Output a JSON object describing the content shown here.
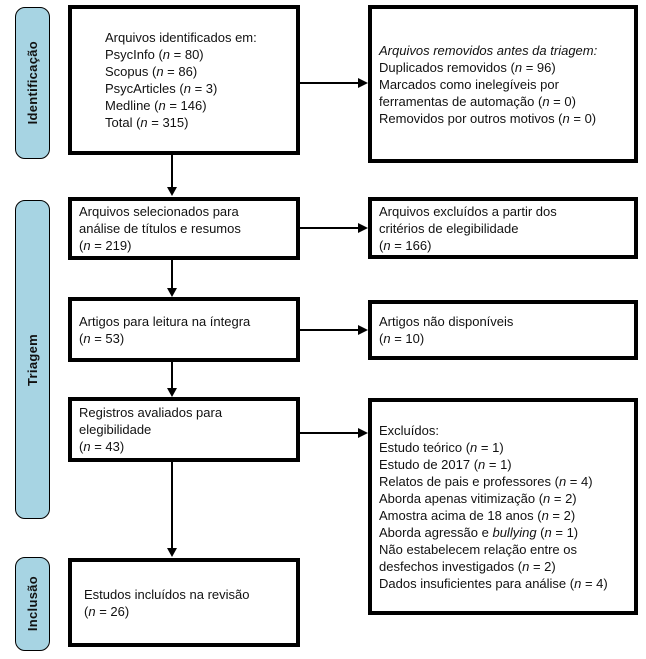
{
  "colors": {
    "stage_fill": "#A7D4E3",
    "box_border": "#000000",
    "background": "#FFFFFF"
  },
  "stages": {
    "identification": "Identificação",
    "screening": "Triagem",
    "inclusion": "Inclusão"
  },
  "boxes": {
    "identified": {
      "lines": [
        "Arquivos identificados em:",
        "PsycInfo (*n* = 80)",
        "Scopus (*n* = 86)",
        "PsycArticles (*n* = 3)",
        "Medline (*n* = 146)",
        "Total (*n* = 315)"
      ]
    },
    "removed_before_screening": {
      "lines": [
        "*Arquivos removidos antes da triagem:*",
        "Duplicados removidos (*n* = 96)",
        "Marcados como inelegíveis por",
        "ferramentas de automação (*n* = 0)",
        "Removidos por outros motivos (*n* = 0)"
      ]
    },
    "selected_title_abstract": {
      "lines": [
        "Arquivos selecionados para",
        "análise de títulos e resumos",
        "(*n* = 219)"
      ]
    },
    "excluded_eligibility_criteria": {
      "lines": [
        "Arquivos excluídos a partir dos",
        "critérios de elegibilidade",
        "(*n* = 166)"
      ]
    },
    "full_text_reading": {
      "lines": [
        "Artigos para leitura na íntegra",
        "(*n* = 53)"
      ]
    },
    "not_available": {
      "lines": [
        "Artigos não disponíveis",
        "(*n* = 10)"
      ]
    },
    "assessed_eligibility": {
      "lines": [
        "Registros avaliados para",
        "elegibilidade",
        "(*n* = 43)"
      ]
    },
    "excluded_reasons": {
      "lines": [
        "Excluídos:",
        "Estudo teórico (*n* = 1)",
        "Estudo de 2017 (*n* = 1)",
        "Relatos de pais e professores (*n* = 4)",
        "Aborda apenas vitimização (*n* = 2)",
        "Amostra acima de 18 anos (*n* = 2)",
        "Aborda agressão e *bullying* (*n* = 1)",
        "Não estabelecem relação entre os",
        "desfechos investigados (*n* = 2)",
        "Dados insuficientes para análise (*n* = 4)"
      ]
    },
    "included_review": {
      "lines": [
        "Estudos incluídos na revisão",
        "(*n* = 26)"
      ]
    }
  }
}
